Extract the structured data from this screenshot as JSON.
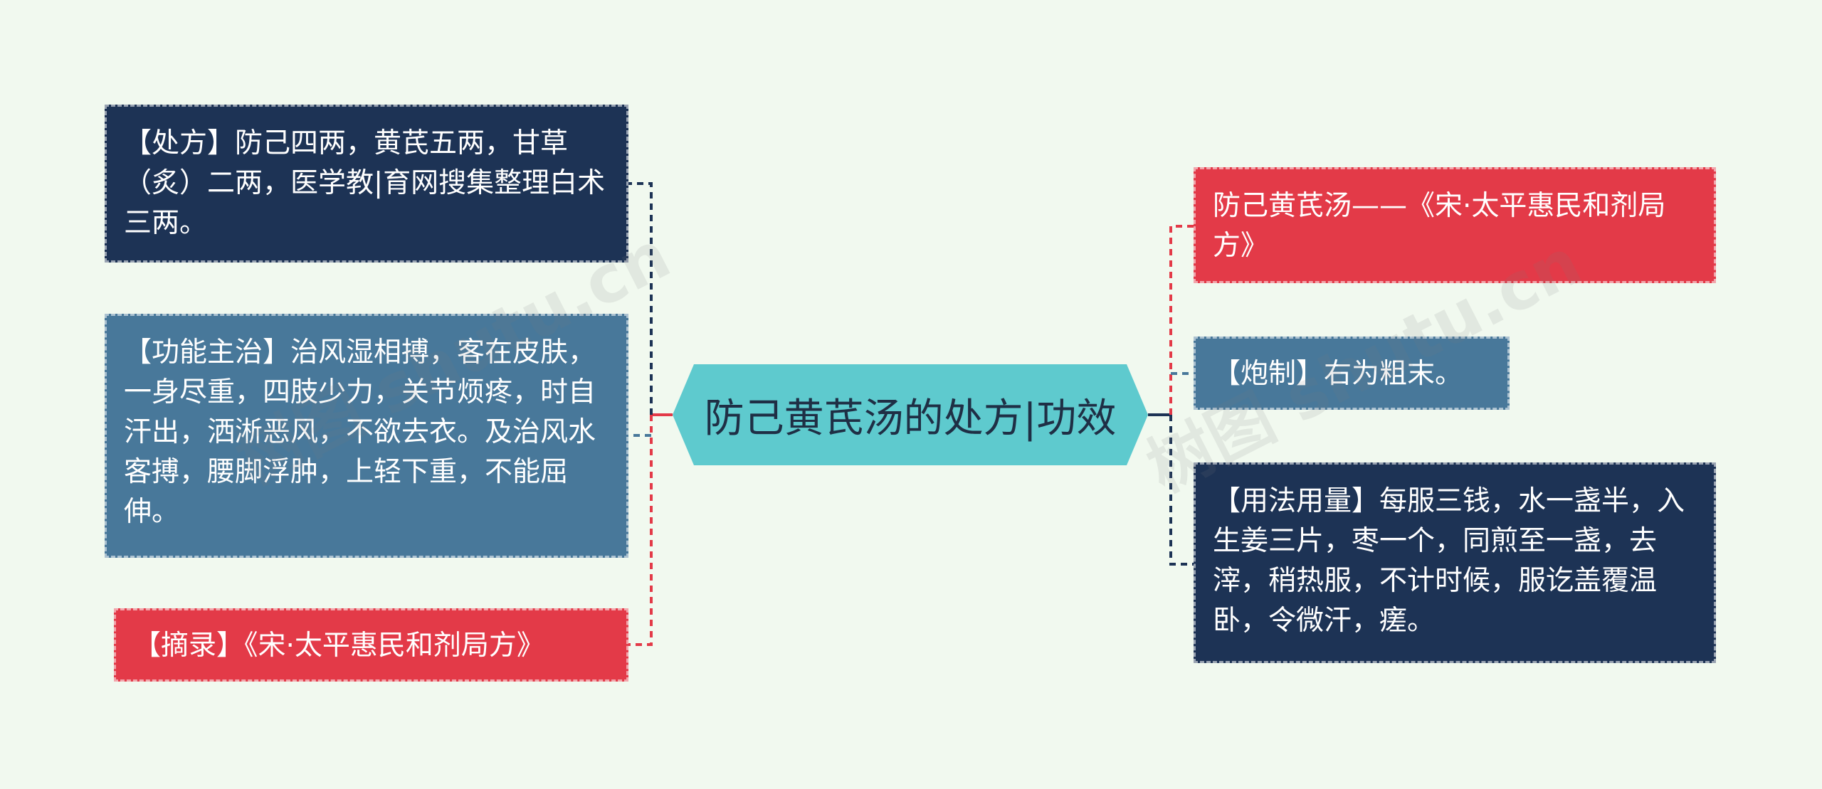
{
  "center": {
    "label": "防己黄芪汤的处方|功效"
  },
  "left_nodes": [
    {
      "text": "【处方】防己四两，黄芪五两，甘草（炙）二两，医学教|育网搜集整理白术三两。"
    },
    {
      "text": "【功能主治】治风湿相搏，客在皮肤，一身尽重，四肢少力，关节烦疼，时自汗出，洒淅恶风，不欲去衣。及治风水客搏，腰脚浮肿，上轻下重，不能屈伸。"
    },
    {
      "text": "【摘录】《宋·太平惠民和剂局方》"
    }
  ],
  "right_nodes": [
    {
      "text": "防己黄芪汤——《宋·太平惠民和剂局方》"
    },
    {
      "text": "【炮制】右为粗末。"
    },
    {
      "text": "【用法用量】每服三钱，水一盏半，入生姜三片，枣一个，同煎至一盏，去滓，稍热服，不计时候，服讫盖覆温卧，令微汗，瘥。"
    }
  ],
  "watermark": {
    "left": "树图 shutu.cn",
    "right": "树图 shutu.cn"
  },
  "colors": {
    "navy": "#1d3355",
    "steel": "#48789a",
    "red": "#e33a48",
    "center": "#5ecace",
    "background": "#f1f9ef"
  }
}
